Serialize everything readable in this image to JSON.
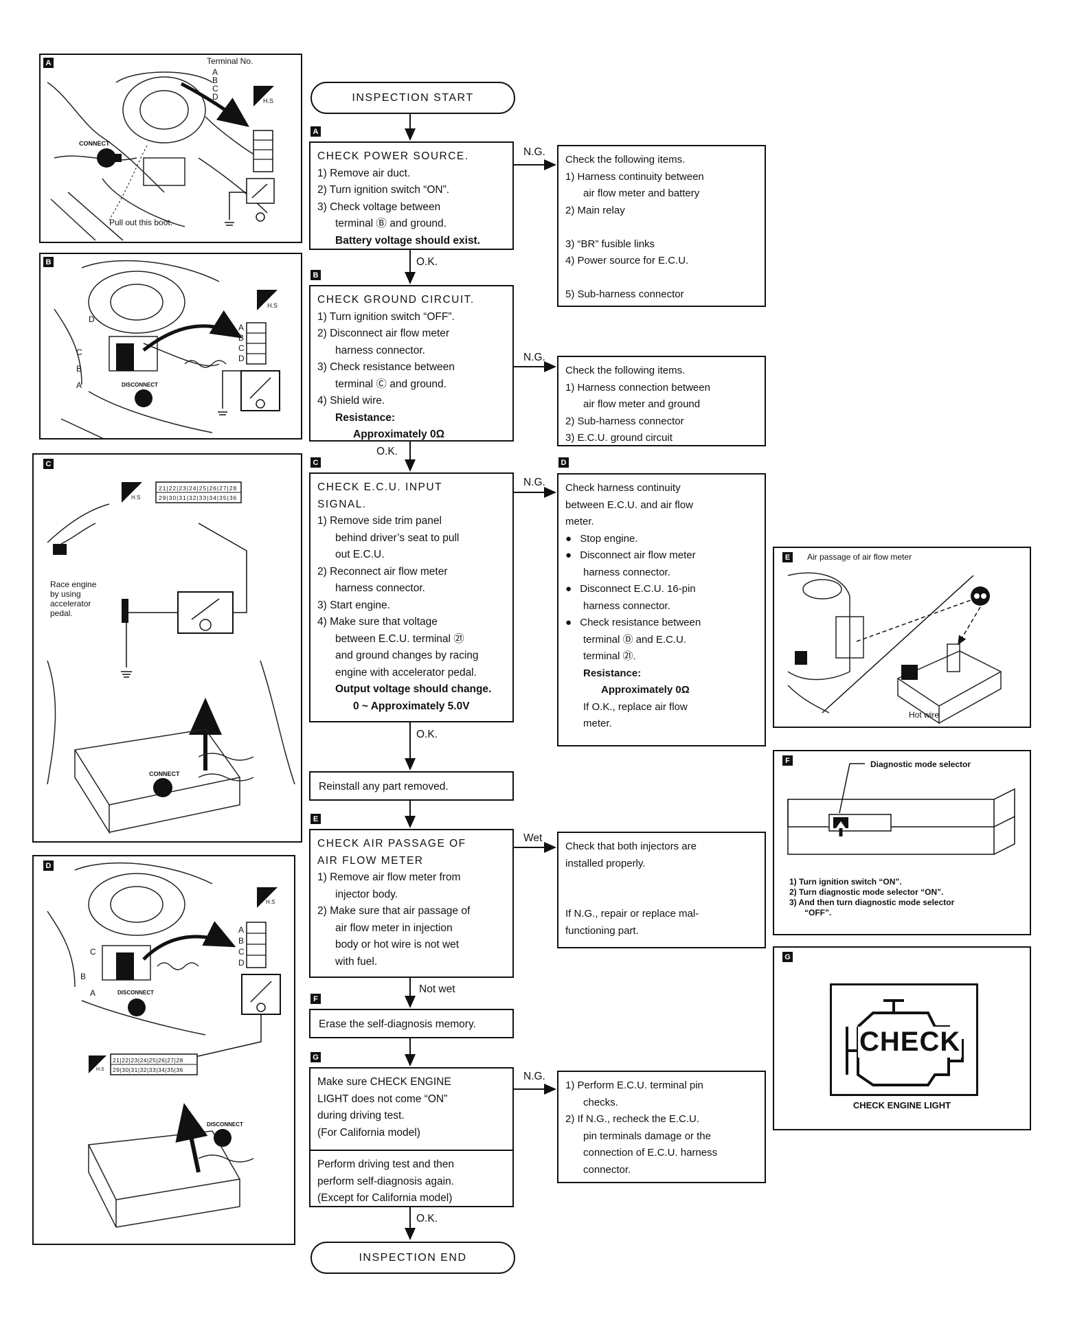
{
  "flow": {
    "start": "INSPECTION START",
    "end": "INSPECTION END",
    "ok": "O.K.",
    "ng": "N.G.",
    "wet": "Wet",
    "not_wet": "Not wet",
    "steps": {
      "a": {
        "tag": "A",
        "title": "CHECK POWER SOURCE.",
        "lines": [
          "1) Remove air duct.",
          "2) Turn ignition switch “ON”.",
          "3) Check voltage between",
          "terminal Ⓑ and ground."
        ],
        "result": "Battery voltage should exist."
      },
      "b": {
        "tag": "B",
        "title": "CHECK GROUND CIRCUIT.",
        "lines": [
          "1) Turn ignition switch “OFF”.",
          "2) Disconnect air flow meter",
          "harness connector.",
          "3) Check resistance between",
          "terminal Ⓒ and ground.",
          "4) Shield wire."
        ],
        "result_label": "Resistance:",
        "result_value": "Approximately 0Ω"
      },
      "c": {
        "tag": "C",
        "title_1": "CHECK E.C.U. INPUT",
        "title_2": "SIGNAL.",
        "lines": [
          "1) Remove side trim panel",
          "behind driver’s seat to pull",
          "out E.C.U.",
          "2) Reconnect air flow meter",
          "harness connector.",
          "3) Start engine.",
          "4) Make sure that voltage",
          "between E.C.U. terminal ㉑",
          "and ground changes by racing",
          "engine with accelerator pedal."
        ],
        "result_label": "Output voltage should change.",
        "result_value": "0 ~ Approximately 5.0V"
      },
      "reinstall": "Reinstall any part removed.",
      "e": {
        "tag": "E",
        "title_1": "CHECK AIR PASSAGE OF",
        "title_2": "AIR FLOW METER",
        "lines": [
          "1) Remove air flow meter from",
          "injector body.",
          "2) Make sure that air passage of",
          "air flow meter in injection",
          "body or hot wire is not wet",
          "with fuel."
        ]
      },
      "f": {
        "tag": "F",
        "text": "Erase the self-diagnosis memory."
      },
      "g": {
        "tag": "G",
        "lines": [
          "Make sure CHECK ENGINE",
          "LIGHT does not come “ON”",
          "during driving test.",
          "(For California model)"
        ],
        "lines2": [
          "Perform driving test and then",
          "perform self-diagnosis again.",
          "(Except for California model)"
        ]
      }
    },
    "side": {
      "a": {
        "title": "Check the following items.",
        "items": [
          "1) Harness continuity between",
          "air flow meter and battery",
          "2) Main relay",
          "",
          "3) “BR” fusible links",
          "4) Power source for E.C.U.",
          "",
          "5) Sub-harness connector"
        ]
      },
      "b": {
        "title": "Check the following items.",
        "items": [
          "1) Harness connection between",
          "air flow meter and ground",
          "2) Sub-harness connector",
          "3) E.C.U. ground circuit"
        ]
      },
      "d": {
        "tag": "D",
        "lines": [
          "Check harness continuity",
          "between E.C.U. and air flow",
          "meter."
        ],
        "bullets": [
          "Stop engine.",
          "Disconnect air flow meter",
          "harness connector.",
          "Disconnect E.C.U. 16-pin",
          "harness connector.",
          "Check resistance between",
          "terminal Ⓓ and E.C.U.",
          "terminal ㉑."
        ],
        "result_label": "Resistance:",
        "result_value": "Approximately 0Ω",
        "tail": [
          "If O.K., replace air flow",
          "meter."
        ]
      },
      "e": {
        "lines": [
          "Check that both injectors are",
          "installed properly.",
          "",
          "",
          "If N.G., repair or replace mal-",
          "functioning part."
        ]
      },
      "g": {
        "lines": [
          "1) Perform E.C.U. terminal pin",
          "checks.",
          "2) If N.G., recheck the E.C.U.",
          "pin terminals damage or the",
          "connection of E.C.U. harness",
          "connector."
        ]
      }
    }
  },
  "panels": {
    "a": {
      "tag": "A",
      "terminal_no": "Terminal No.",
      "letters": [
        "A",
        "B",
        "C",
        "D"
      ],
      "connect": "CONNECT",
      "boot": "Pull out this boot.",
      "hs": "H.S"
    },
    "b": {
      "tag": "B",
      "letters": [
        "A",
        "B",
        "C",
        "D"
      ],
      "callouts": [
        "D",
        "C",
        "B",
        "A"
      ],
      "disconnect": "DISCONNECT",
      "hs": "H.S"
    },
    "c": {
      "tag": "C",
      "race": [
        "Race engine",
        "by using",
        "accelerator",
        "pedal."
      ],
      "connect": "CONNECT",
      "pins_top": [
        "21",
        "22",
        "23",
        "24",
        "25",
        "26",
        "27",
        "28"
      ],
      "pins_bottom": [
        "29",
        "30",
        "31",
        "32",
        "33",
        "34",
        "35",
        "36"
      ],
      "hs": "H.S"
    },
    "d": {
      "tag": "D",
      "letters": [
        "A",
        "B",
        "C",
        "D"
      ],
      "disconnect": "DISCONNECT",
      "pins_top": [
        "21",
        "22",
        "23",
        "24",
        "25",
        "26",
        "27",
        "28"
      ],
      "pins_bottom": [
        "29",
        "30",
        "31",
        "32",
        "33",
        "34",
        "35",
        "36"
      ],
      "hs": "H.S"
    },
    "e": {
      "tag": "E",
      "caption": "Air passage of air flow meter",
      "hot_wire": "Hot wire"
    },
    "f": {
      "tag": "F",
      "selector": "Diagnostic mode selector",
      "steps": [
        "1) Turn ignition switch “ON”.",
        "2) Turn diagnostic mode selector “ON”.",
        "3) And then turn diagnostic mode selector",
        "“OFF”."
      ]
    },
    "g": {
      "tag": "G",
      "check": "CHECK",
      "caption": "CHECK ENGINE LIGHT"
    }
  }
}
